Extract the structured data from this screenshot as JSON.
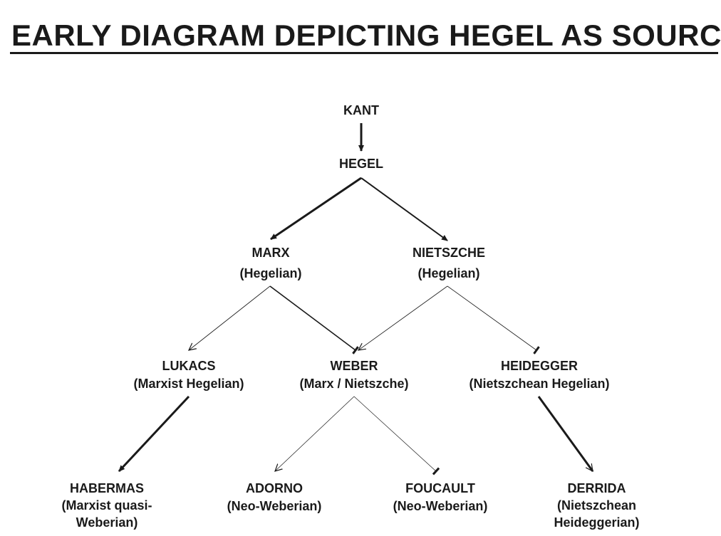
{
  "title": "EARLY DIAGRAM DEPICTING HEGEL AS SOURCE",
  "nodes": {
    "kant": {
      "name": "KANT"
    },
    "hegel": {
      "name": "HEGEL"
    },
    "marx": {
      "name": "MARX",
      "note": "(Hegelian)"
    },
    "nietzsche": {
      "name": "NIETSZCHE",
      "note": "(Hegelian)"
    },
    "lukacs": {
      "name": "LUKACS",
      "note": "(Marxist Hegelian)"
    },
    "weber": {
      "name": "WEBER",
      "note": "(Marx / Nietszche)"
    },
    "heidegger": {
      "name": "HEIDEGGER",
      "note": "(Nietszchean Hegelian)"
    },
    "habermas": {
      "name": "HABERMAS",
      "note_line1": "(Marxist quasi-",
      "note_line2": "Weberian)"
    },
    "adorno": {
      "name": "ADORNO",
      "note": "(Neo-Weberian)"
    },
    "foucault": {
      "name": "FOUCAULT",
      "note": "(Neo-Weberian)"
    },
    "derrida": {
      "name": "DERRIDA",
      "note_line1": "(Nietszchean",
      "note_line2": "Heideggerian)"
    }
  },
  "edges": [
    {
      "from": "KANT",
      "to": "HEGEL",
      "weight": "bold"
    },
    {
      "from": "HEGEL",
      "to": "MARX",
      "weight": "bold"
    },
    {
      "from": "HEGEL",
      "to": "NIETSZCHE",
      "weight": "bold"
    },
    {
      "from": "MARX",
      "to": "LUKACS",
      "weight": "thin"
    },
    {
      "from": "MARX",
      "to": "WEBER",
      "weight": "medium"
    },
    {
      "from": "NIETSZCHE",
      "to": "WEBER",
      "weight": "thin"
    },
    {
      "from": "NIETSZCHE",
      "to": "HEIDEGGER",
      "weight": "thin"
    },
    {
      "from": "LUKACS",
      "to": "HABERMAS",
      "weight": "bold"
    },
    {
      "from": "WEBER",
      "to": "ADORNO",
      "weight": "thin"
    },
    {
      "from": "WEBER",
      "to": "FOUCAULT",
      "weight": "thin"
    },
    {
      "from": "HEIDEGGER",
      "to": "DERRIDA",
      "weight": "bold"
    }
  ]
}
